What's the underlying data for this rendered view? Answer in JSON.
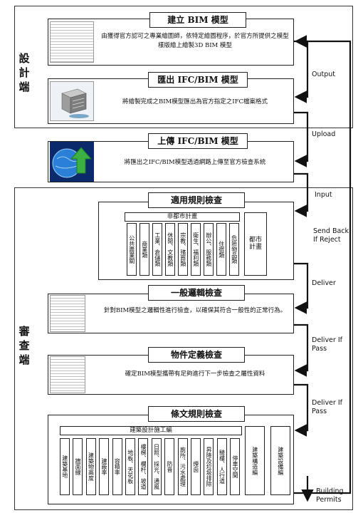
{
  "zones": {
    "design": "設計端",
    "review": "審查端"
  },
  "stages": {
    "build": {
      "title": "建立 BIM 模型",
      "desc": "由獲得官方認可之專業繪圖師，依特定繪圖程序，於官方所提供之模型樣版繪上繪製3D BIM 模型"
    },
    "export": {
      "title": "匯出 IFC/BIM 模型",
      "desc": "將繪製完成之BIM模型匯出為官方指定之IFC檔案格式"
    },
    "upload": {
      "title": "上傳 IFC/BIM 模型",
      "desc": "將匯出之IFC/BIM模型透過網路上傳至官方檢查系統"
    },
    "applicable": {
      "title": "適用規則檢查",
      "group_label": "非都市計畫",
      "categories": [
        "公共農業關",
        "商業類",
        "工業、倉儲類",
        "休閒、文教類",
        "宗教、殯葬類",
        "衛生、福利類",
        "辦公、服務類",
        "住宿類",
        "危險物品類"
      ],
      "urban": "都市計畫"
    },
    "logic": {
      "title": "一般邏輯檢查",
      "desc": "針對BIM模型之邏輯性進行檢查，以確保其符合一般性的正常行為。"
    },
    "object": {
      "title": "物件定義檢查",
      "desc": "確定BIM模型攜帶有足夠進行下一步檢查之屬性資料"
    },
    "clause": {
      "title": "條文規則檢查",
      "group_label": "建築設計施工編",
      "items": [
        "建築基地",
        "牆面線",
        "建築物高度",
        "建蔽率",
        "容積率",
        "地板、天花板",
        "樓梯、欄杆、坡道",
        "日照、採光、通風",
        "防音",
        "廁所、污水處理",
        "煙囪",
        "昇降及垃圾排除",
        "騎樓、人行道",
        "停車空間"
      ],
      "extra": [
        "建築構造編",
        "建築設備編"
      ]
    }
  },
  "flows": {
    "output": "Output",
    "upload": "Upload",
    "input": "Input",
    "send_back": "Send Back If Reject",
    "deliver": "Deliver",
    "deliver_pass_1": "Deliver If Pass",
    "deliver_pass_2": "Deliver If Pass",
    "building_permits": "Building Permits"
  },
  "icons": [
    "document-thumbnail-icon",
    "building-model-icon",
    "globe-upload-icon",
    "checklist-thumbnail-icon",
    "form-thumbnail-icon"
  ]
}
